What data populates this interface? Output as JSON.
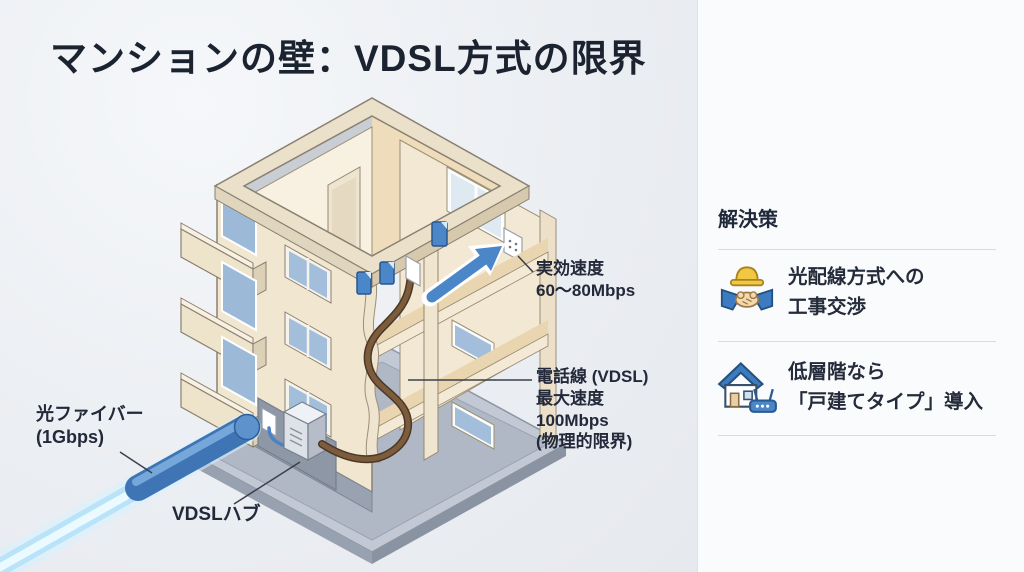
{
  "title": "マンションの壁：VDSL方式の限界",
  "diagram": {
    "labels": {
      "fiber": {
        "l1": "光ファイバー",
        "l2": "(1Gbps)"
      },
      "effective_speed": {
        "l1": "実効速度",
        "l2": "60〜80Mbps"
      },
      "phone_line": {
        "l1": "電話線 (VDSL)",
        "l2": "最大速度",
        "l3": "100Mbps",
        "l4": "(物理的限界)"
      },
      "hub": "VDSLハブ"
    }
  },
  "solutions": {
    "heading": "解決策",
    "items": [
      {
        "icon": "construction-handshake-icon",
        "l1": "光配線方式への",
        "l2": "工事交渉"
      },
      {
        "icon": "house-router-icon",
        "l1": "低層階なら",
        "l2": "「戸建てタイプ」導入"
      }
    ]
  },
  "colors": {
    "background": "#eceef2",
    "panel_background": "#fafbfc",
    "title_text": "#1b2230",
    "label_text": "#23293a",
    "building_cream": "#f1e6d0",
    "base_gray": "#c2c9d4",
    "fiber_blue": "#3f74b5",
    "fiber_glow": "#bfe7fb",
    "phone_brown": "#7d5c3c",
    "arrow_blue": "#4a86c8",
    "hat_yellow": "#f2c744"
  }
}
